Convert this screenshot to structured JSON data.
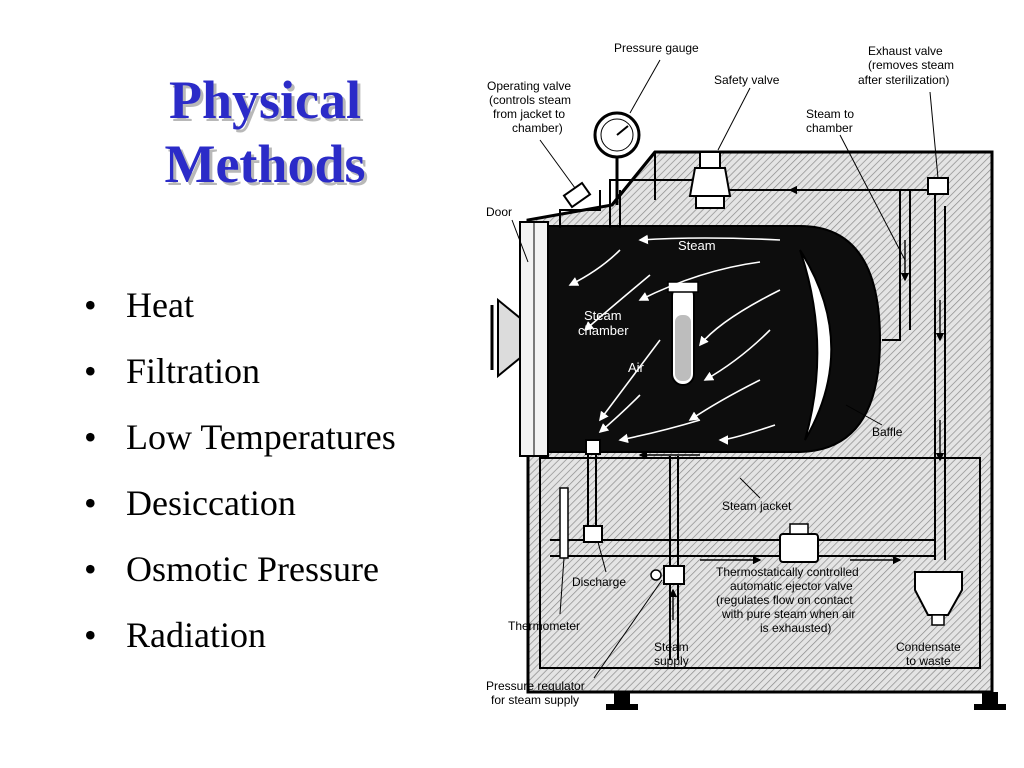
{
  "slide": {
    "title_line1": "Physical",
    "title_line2": "Methods",
    "bullets": [
      "Heat",
      "Filtration",
      "Low Temperatures",
      "Desiccation",
      "Osmotic Pressure",
      "Radiation"
    ],
    "bullet_glyph": "•"
  },
  "diagram": {
    "labels": {
      "pressure_gauge": "Pressure gauge",
      "safety_valve": "Safety valve",
      "exhaust_valve": [
        "Exhaust valve",
        "(removes steam",
        "after sterilization)"
      ],
      "operating_valve": [
        "Operating valve",
        "(controls steam",
        "from jacket to",
        "chamber)"
      ],
      "steam_to_chamber": [
        "Steam to",
        "chamber"
      ],
      "door": "Door",
      "steam": "Steam",
      "steam_chamber": [
        "Steam",
        "chamber"
      ],
      "air": "Air",
      "baffle": "Baffle",
      "steam_jacket": "Steam jacket",
      "discharge": "Discharge",
      "thermometer": "Thermometer",
      "thermostatic_valve": [
        "Thermostatically controlled",
        "automatic ejector valve",
        "(regulates flow on contact",
        "with pure steam when air",
        "is exhausted)"
      ],
      "steam_supply": [
        "Steam",
        "supply"
      ],
      "condensate": [
        "Condensate",
        "to waste"
      ],
      "pressure_regulator": [
        "Pressure regulator",
        "for steam supply"
      ]
    }
  },
  "colors": {
    "title": "#2b2bc8",
    "title_shadow": "#b8b8b8",
    "chamber": "#0d0d0d",
    "jacket_hatch": "#cfcfcf"
  }
}
